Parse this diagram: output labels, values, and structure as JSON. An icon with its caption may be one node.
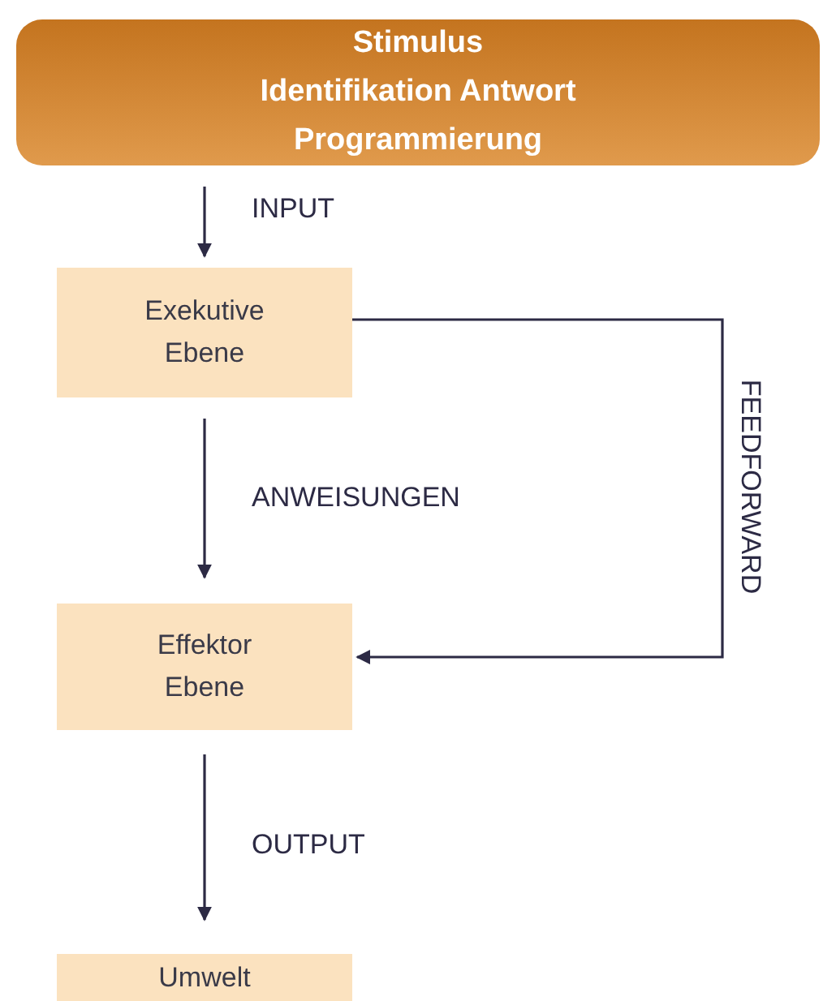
{
  "diagram": {
    "nodes": [
      {
        "text": [
          "Stimulus Identifikation Antwort Programmierung"
        ]
      },
      {
        "text": [
          "Exekutive Ebene"
        ]
      },
      {
        "text": [
          "Effektor Ebene"
        ]
      },
      {
        "text": [
          "Umwelt"
        ]
      }
    ],
    "edges": [
      {
        "from": 0,
        "to": 1,
        "arrow": "to",
        "label": "INPUT"
      },
      {
        "from": 1,
        "to": 2,
        "arrow": "to",
        "label": "ANWEISUNGEN"
      },
      {
        "from": 1,
        "to": 2,
        "arrow": "to",
        "label": "FEEDFORWARD"
      },
      {
        "from": 2,
        "to": 3,
        "arrow": "to",
        "label": "OUTPUT"
      }
    ]
  }
}
